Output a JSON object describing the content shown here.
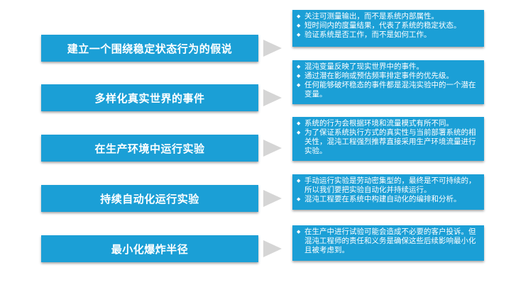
{
  "rows": [
    {
      "title": "建立一个围绕稳定状态行为的假说",
      "bullets": [
        "关注可测量输出，而不是系统内部属性。",
        "短时间内的度量结果，代表了系统的稳定状态。",
        "验证系统是否工作，而不是如何工作。"
      ]
    },
    {
      "title": "多样化真实世界的事件",
      "bullets": [
        "混沌变量反映了现实世界中的事件。",
        "通过潜在影响或预估频率排定事件的优先级。",
        "任何能够破坏稳态的事件都是混沌实验中的一个潜在变量。"
      ]
    },
    {
      "title": "在生产环境中运行实验",
      "bullets": [
        "系统的行为会根据环境和流量模式有所不同。",
        "为了保证系统执行方式的真实性与当前部署系统的相关性，混沌工程强烈推荐直接采用生产环境流量进行实验。"
      ]
    },
    {
      "title": "持续自动化运行实验",
      "bullets": [
        "手动运行实验是劳动密集型的，最终是不可持续的，所以我们要把实验自动化并持续运行。",
        "混沌工程要在系统中构建自动化的编排和分析。"
      ]
    },
    {
      "title": "最小化爆炸半径",
      "bullets": [
        "在生产中进行试验可能会造成不必要的客户投诉。但混沌工程师的责任和义务是确保这些后续影响最小化且被考虑到。"
      ]
    }
  ]
}
